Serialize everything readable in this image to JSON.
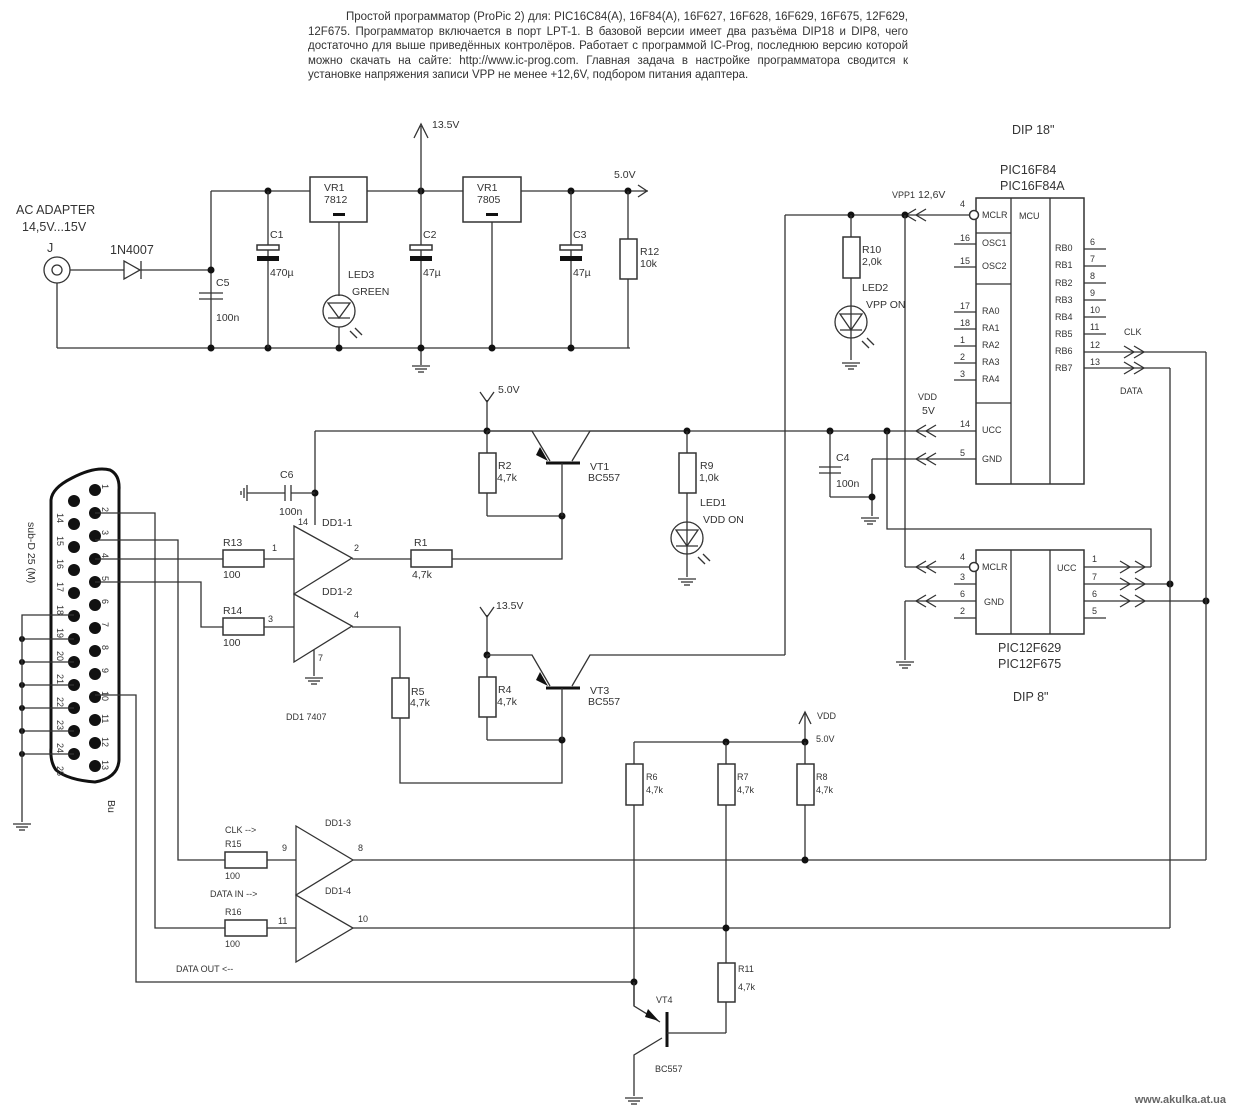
{
  "description": "Простой программатор (ProPic 2) для: PIC16C84(A), 16F84(A), 16F627, 16F628, 16F629, 16F675, 12F629, 12F675. Программатор включается в порт LPT-1. В базовой версии имеет два разъёма DIP18 и DIP8, чего достаточно для выше приведённых контролёров. Работает с программой IC-Prog, последнюю версию которой можно скачать на сайте: http://www.ic-prog.com. Главная задача в настройке программатора сводится к установке напряжения записи VPP не менее +12,6V, подбором питания адаптера.",
  "watermark": "www.akulka.at.ua",
  "power": {
    "adapter_label": "AC ADAPTER",
    "adapter_voltage": "14,5V...15V",
    "jack": "J",
    "diode": "1N4007",
    "c5": {
      "name": "C5",
      "value": "100n"
    },
    "c1": {
      "name": "C1",
      "value": "470µ"
    },
    "vr1a": {
      "name": "VR1",
      "value": "7812"
    },
    "led3": {
      "name": "LED3",
      "value": "GREEN"
    },
    "rail_13v5": "13.5V",
    "c2": {
      "name": "C2",
      "value": "47µ"
    },
    "vr1b": {
      "name": "VR1",
      "value": "7805"
    },
    "c3": {
      "name": "C3",
      "value": "47µ"
    },
    "rail_5v": "5.0V",
    "r12": {
      "name": "R12",
      "value": "10k"
    }
  },
  "dip18": {
    "title": "DIP 18\"",
    "chip1": "PIC16F84",
    "chip2": "PIC16F84A",
    "vpp": "VPP1",
    "vpp_value": "12,6V",
    "r10": {
      "name": "R10",
      "value": "2,0k"
    },
    "led2": {
      "name": "LED2",
      "value": "VPP ON"
    },
    "mcu": "MCU",
    "left_pins": [
      {
        "num": "4",
        "name": "MCLR"
      },
      {
        "num": "16",
        "name": "OSC1"
      },
      {
        "num": "15",
        "name": "OSC2"
      },
      {
        "num": "17",
        "name": "RA0"
      },
      {
        "num": "18",
        "name": "RA1"
      },
      {
        "num": "1",
        "name": "RA2"
      },
      {
        "num": "2",
        "name": "RA3"
      },
      {
        "num": "3",
        "name": "RA4"
      },
      {
        "num": "14",
        "name": "UCC"
      },
      {
        "num": "5",
        "name": "GND"
      }
    ],
    "right_pins": [
      {
        "num": "6",
        "name": "RB0"
      },
      {
        "num": "7",
        "name": "RB1"
      },
      {
        "num": "8",
        "name": "RB2"
      },
      {
        "num": "9",
        "name": "RB3"
      },
      {
        "num": "10",
        "name": "RB4"
      },
      {
        "num": "11",
        "name": "RB5"
      },
      {
        "num": "12",
        "name": "RB6"
      },
      {
        "num": "13",
        "name": "RB7"
      }
    ],
    "clk": "CLK",
    "data": "DATA",
    "vdd": "VDD",
    "vdd_value": "5V",
    "c4": {
      "name": "C4",
      "value": "100n"
    }
  },
  "dip8": {
    "title": "DIP 8\"",
    "chip1": "PIC12F629",
    "chip2": "PIC12F675",
    "left_pins": [
      {
        "num": "4",
        "name": "MCLR"
      },
      {
        "num": "3",
        "name": ""
      },
      {
        "num": "6",
        "name": "GND"
      },
      {
        "num": "2",
        "name": ""
      }
    ],
    "right_pins": [
      {
        "num": "1",
        "name": "UCC"
      },
      {
        "num": "7",
        "name": ""
      },
      {
        "num": "6",
        "name": ""
      },
      {
        "num": "5",
        "name": ""
      }
    ]
  },
  "driver": {
    "connector": "sub-D 25 (M)",
    "connector_gender": "Bu",
    "pins_top": [
      "1",
      "2",
      "3",
      "4",
      "5",
      "6",
      "7",
      "8",
      "9",
      "10",
      "11",
      "12",
      "13"
    ],
    "pins_bottom": [
      "14",
      "15",
      "16",
      "17",
      "18",
      "19",
      "20",
      "21",
      "22",
      "23",
      "24",
      "25"
    ],
    "c6": {
      "name": "C6",
      "value": "100n"
    },
    "r13": {
      "name": "R13",
      "value": "100"
    },
    "r14": {
      "name": "R14",
      "value": "100"
    },
    "r15": {
      "name": "R15",
      "value": "100"
    },
    "r16": {
      "name": "R16",
      "value": "100"
    },
    "dd1_1": "DD1-1",
    "dd1_2": "DD1-2",
    "dd1_3": "DD1-3",
    "dd1_4": "DD1-4",
    "dd1_ic": "DD1 7407",
    "pin1": "1",
    "pin2": "2",
    "pin3": "3",
    "pin4": "4",
    "pin7": "7",
    "pin14": "14",
    "pin8": "8",
    "pin9": "9",
    "pin10": "10",
    "pin11": "11",
    "r1": {
      "name": "R1",
      "value": "4,7k"
    },
    "r2": {
      "name": "R2",
      "value": "4,7k"
    },
    "r4": {
      "name": "R4",
      "value": "4,7k"
    },
    "r5": {
      "name": "R5",
      "value": "4,7k"
    },
    "r9": {
      "name": "R9",
      "value": "1,0k"
    },
    "led1": {
      "name": "LED1",
      "value": "VDD ON"
    },
    "vt1": {
      "name": "VT1",
      "value": "BC557"
    },
    "vt3": {
      "name": "VT3",
      "value": "BC557"
    },
    "rail_5v": "5.0V",
    "rail_13v5": "13.5V",
    "clk_in": "CLK -->",
    "data_in": "DATA IN -->",
    "data_out": "DATA OUT <--",
    "vdd": "VDD",
    "vdd_value": "5.0V",
    "r6": {
      "name": "R6",
      "value": "4,7k"
    },
    "r7": {
      "name": "R7",
      "value": "4,7k"
    },
    "r8": {
      "name": "R8",
      "value": "4,7k"
    },
    "r11": {
      "name": "R11",
      "value": "4,7k"
    },
    "vt4": {
      "name": "VT4",
      "value": "BC557"
    }
  }
}
